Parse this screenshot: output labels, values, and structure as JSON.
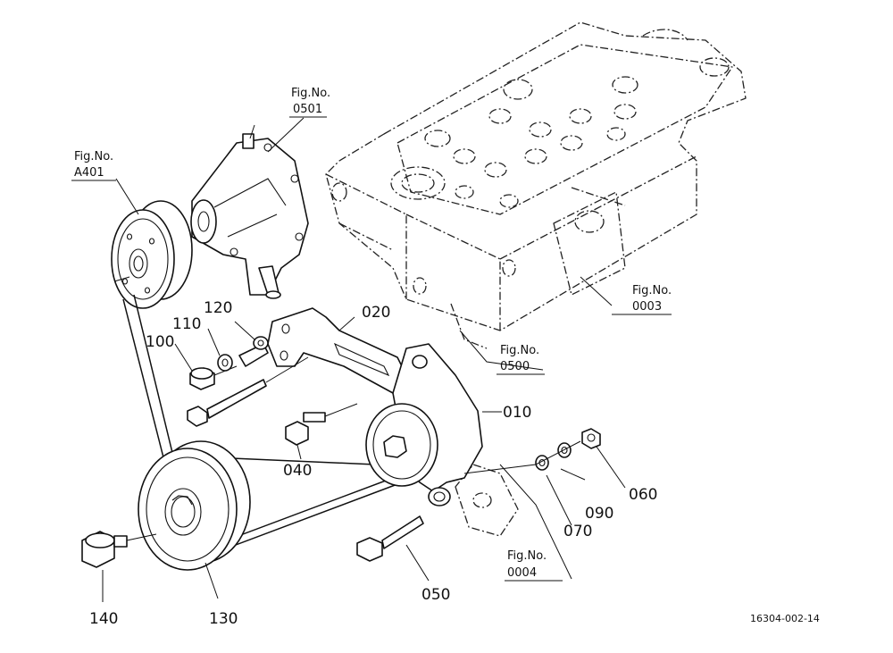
{
  "callouts": {
    "p010": "010",
    "p020": "020",
    "p040": "040",
    "p050": "050",
    "p060": "060",
    "p070": "070",
    "p090": "090",
    "p100": "100",
    "p110": "110",
    "p120": "120",
    "p130": "130",
    "p140": "140"
  },
  "figure_refs": {
    "water_pump": {
      "label": "Fig.No.",
      "number": "0501"
    },
    "fan_pulley": {
      "label": "Fig.No.",
      "number": "A401"
    },
    "cylinder_head": {
      "label": "Fig.No.",
      "number": "0003"
    },
    "thermostat_housing": {
      "label": "Fig.No.",
      "number": "0500"
    },
    "gear_case": {
      "label": "Fig.No.",
      "number": "0004"
    }
  },
  "drawing_code": "16304-002-14"
}
